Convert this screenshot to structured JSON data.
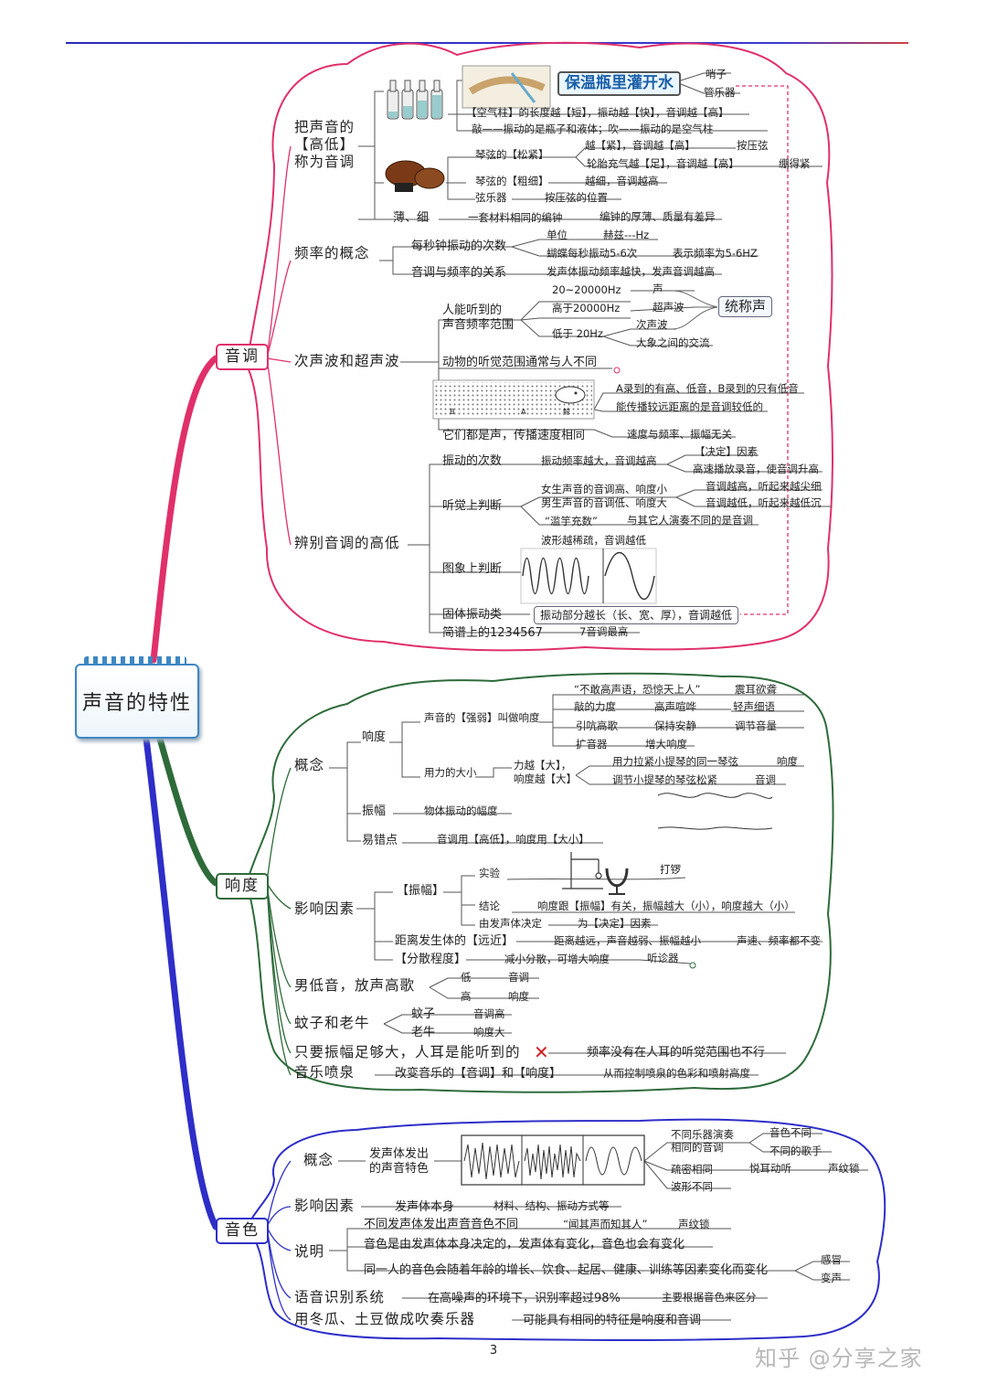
{
  "root": {
    "title": "声音的特性"
  },
  "yindiao": {
    "label": "音调",
    "b1": {
      "label1": "把声音的",
      "label2": "【高低】",
      "label3": "称为音调",
      "thermos": "保温瓶里灌开水",
      "whistle": "哨子",
      "pipe": "管乐器",
      "aircol": "【空气柱】的长度越【短】，振动越【快】，音调越【高】",
      "knock": "敲——振动的是瓶子和液体；吹——振动的是空气柱",
      "tight": "琴弦的【松紧】",
      "tight2": "越【紧】，音调越【高】",
      "press": "按压弦",
      "tire": "轮胎充气越【足】，音调越【高】",
      "taut": "绷得紧",
      "thick": "琴弦的【粗细】",
      "thick2": "越细，音调越高",
      "string": "弦乐器",
      "strpos": "按压弦的位置",
      "thin": "薄、细",
      "bells": "一套材料相同的编钟",
      "bells2": "编钟的厚薄、质量有差异"
    },
    "b2": {
      "label": "频率的概念",
      "persec": "每秒钟振动的次数",
      "unit": "单位",
      "hz": "赫兹---Hz",
      "butterfly": "蝴蝶每秒振动5-6次",
      "bf2": "表示频率为5-6HZ",
      "rel": "音调与频率的关系",
      "rel2": "发声体振动频率越快，发声音调越高"
    },
    "b3": {
      "label": "次声波和超声波",
      "human1": "人能听到的",
      "human2": "声音频率范围",
      "r1": "20~20000Hz",
      "sound": "声",
      "r2": "高于20000Hz",
      "ultra": "超声波",
      "all": "统称声",
      "r3": "低于 20Hz",
      "infra": "次声波",
      "elephant": "大象之间的交流",
      "animal": "动物的听觉范围通常与人不同",
      "ab": "A录到的有高、低音，B录到的只有低音",
      "far": "能传播较远距离的是音调较低的",
      "picB": "B",
      "picA": "A",
      "picWhale": "鲸",
      "same": "它们都是声，传播速度相同",
      "same2": "速度与频率、振幅无关"
    },
    "b4": {
      "label": "辨别音调的高低",
      "times": "振动的次数",
      "times2": "振动频率越大，音调越高",
      "decide": "【决定】因素",
      "tape": "高速播放录音，使音调升高",
      "hear": "听觉上判断",
      "female": "女生声音的音调高、响度小",
      "male": "男生声音的音调低、响度大",
      "high": "音调越高，听起来越尖细",
      "low": "音调越低，听起来越低沉",
      "fake": "“滥竽充数”",
      "fake2": "与其它人演奏不同的是音调",
      "dense": "波形越稀疏，音调越低",
      "graph": "图象上判断",
      "solid": "固体振动类",
      "solid2": "振动部分越长（长、宽、厚），音调越低",
      "score": "简谱上的1234567",
      "score2": "7音调最高"
    }
  },
  "xiangdu": {
    "label": "响度",
    "c1": {
      "label": "概念",
      "loud": "响度",
      "strong": "声音的【强弱】叫做响度",
      "q1": "“不敢高声语，恐惊天上人”",
      "q1b": "震耳欲聋",
      "q2": "敲的力度",
      "q2b": "高声喧哗",
      "q2c": "轻声细语",
      "q3": "引吭高歌",
      "q3b": "保持安静",
      "q3c": "调节音量",
      "q4": "扩音器",
      "q4b": "增大响度",
      "force": "用力的大小",
      "force2a": "力越【大】，",
      "force2b": "响度越【大】",
      "f3": "用力拉紧小提琴的同一琴弦",
      "f3b": "响度",
      "f4": "调节小提琴的琴弦松紧",
      "f4b": "音调",
      "amp": "振幅",
      "amp2": "物体振动的幅度",
      "err": "易错点",
      "err2": "音调用【高低】，响度用【大小】"
    },
    "c2": {
      "label": "影响因素",
      "ampbox": "【振幅】",
      "exp": "实验",
      "hit": "打锣",
      "concl": "结论",
      "concl2": "响度跟【振幅】有关，振幅越大（小），响度越大（小）",
      "src": "由发声体决定",
      "src2": "为【决定】因素",
      "dist": "距离发生体的【远近】",
      "dist2": "距离越远，声音越弱、振幅越小",
      "dist3": "声速、频率都不变",
      "spread": "【分散程度】",
      "spread2": "减小分散，可增大响度",
      "stetho": "听诊器"
    },
    "c3": {
      "label": "男低音，放声高歌",
      "low": "低",
      "tone": "音调",
      "high": "高",
      "loud": "响度"
    },
    "c4": {
      "label": "蚊子和老牛",
      "mos": "蚊子",
      "mos2": "音调高",
      "cow": "老牛",
      "cow2": "响度大"
    },
    "c5": {
      "label": "只要振幅足够大，人耳是能听到的",
      "cross": "✕",
      "note": "频率没有在人耳的听觉范围也不行"
    },
    "c6": {
      "label": "音乐喷泉",
      "mid": "改变音乐的【音调】和【响度】",
      "end": "从而控制喷泉的色彩和喷射高度"
    }
  },
  "yinse": {
    "label": "音色",
    "d1": {
      "label": "概念",
      "def1": "发声体发出",
      "def2": "的声音特色",
      "inst1": "不同乐器演奏",
      "inst2": "相同的音调",
      "diff": "音色不同",
      "song": "不同的歌手",
      "sparse": "疏密相同",
      "ear": "悦耳动听",
      "print": "声纹锁",
      "wave": "波形不同"
    },
    "d2": {
      "label": "影响因素",
      "body": "发声体本身",
      "mat": "材料、结构、振动方式等"
    },
    "d3": {
      "label": "说明",
      "a": "不同发声体发出声音音色不同",
      "a2": "“闻其声而知其人”",
      "a3": "声纹锁",
      "b": "音色是由发声体本身决定的，发声体有变化，音色也会有变化",
      "c": "同一人的音色会随着年龄的增长、饮食、起居、健康、训练等因素变化而变化",
      "c1": "感冒",
      "c2": "变声"
    },
    "d4": {
      "label": "语音识别系统",
      "mid": "在高噪声的环境下，识别率超过98%",
      "end": "主要根据音色来区分"
    },
    "d5": {
      "label": "用冬瓜、土豆做成吹奏乐器",
      "end": "可能具有相同的特征是响度和音调"
    }
  },
  "colors": {
    "pink": "#e0306a",
    "green": "#2e6b3a",
    "blue": "#2e2ec8",
    "root": "#3d87c4"
  },
  "footer": {
    "page": "3",
    "watermark": "知乎 @分享之家"
  }
}
